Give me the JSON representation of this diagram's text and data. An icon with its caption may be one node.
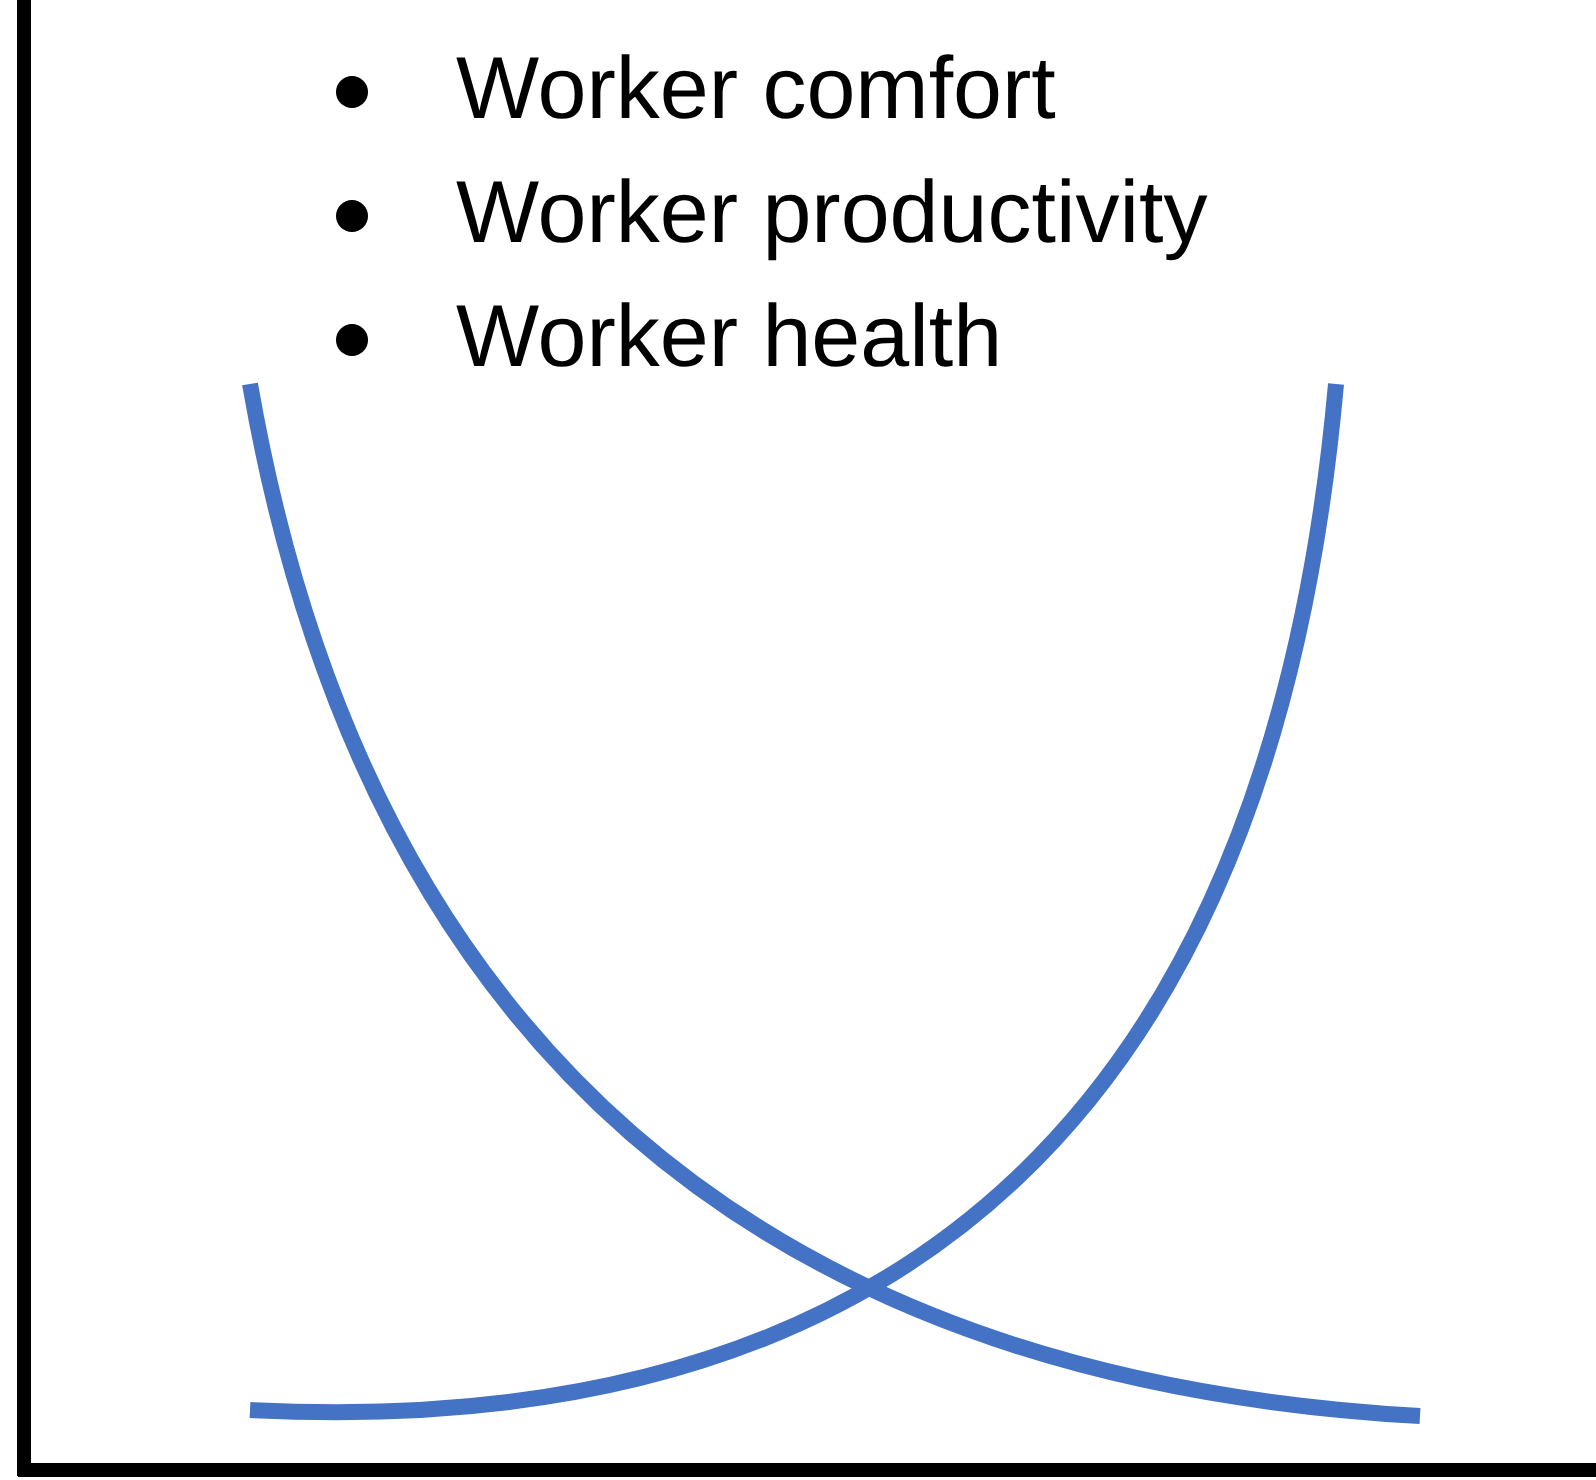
{
  "diagram": {
    "labels": [
      "Worker comfort",
      "Worker productivity",
      "Worker health"
    ]
  }
}
